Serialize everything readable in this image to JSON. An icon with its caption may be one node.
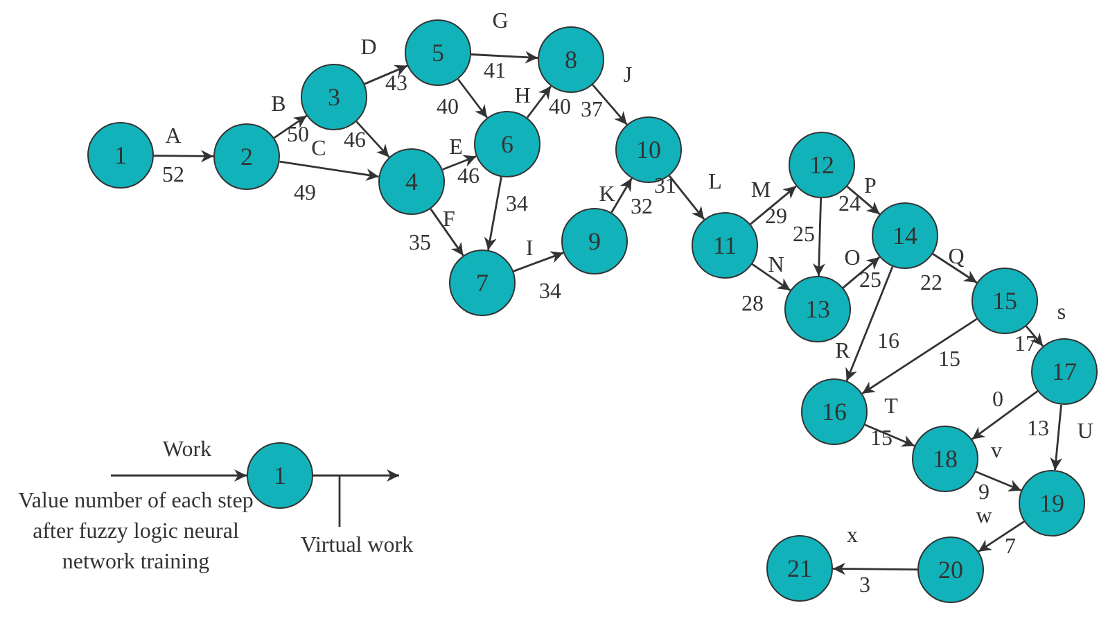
{
  "diagram": {
    "nodes": [
      {
        "text": [
          "1"
        ]
      },
      {
        "text": [
          "2"
        ]
      },
      {
        "text": [
          "3"
        ]
      },
      {
        "text": [
          "4"
        ]
      },
      {
        "text": [
          "5"
        ]
      },
      {
        "text": [
          "6"
        ]
      },
      {
        "text": [
          "7"
        ]
      },
      {
        "text": [
          "8"
        ]
      },
      {
        "text": [
          "9"
        ]
      },
      {
        "text": [
          "10"
        ]
      },
      {
        "text": [
          "11"
        ]
      },
      {
        "text": [
          "12"
        ]
      },
      {
        "text": [
          "13"
        ]
      },
      {
        "text": [
          "14"
        ]
      },
      {
        "text": [
          "15"
        ]
      },
      {
        "text": [
          "16"
        ]
      },
      {
        "text": [
          "17"
        ]
      },
      {
        "text": [
          "18"
        ]
      },
      {
        "text": [
          "19"
        ]
      },
      {
        "text": [
          "20"
        ]
      },
      {
        "text": [
          "21"
        ]
      },
      {
        "text": [
          "1"
        ]
      },
      {
        "text": [
          "Virtual work"
        ]
      }
    ],
    "edges": [
      {
        "from": 0,
        "to": 1,
        "arrow": "to",
        "label": "A"
      },
      {
        "from": 1,
        "to": 2,
        "arrow": "to",
        "label": "B"
      },
      {
        "from": 1,
        "to": 3,
        "arrow": "to",
        "label": "C"
      },
      {
        "from": 2,
        "to": 4,
        "arrow": "to",
        "label": "D"
      },
      {
        "from": 2,
        "to": 3,
        "arrow": "to"
      },
      {
        "from": 3,
        "to": 5,
        "arrow": "to",
        "label": "E"
      },
      {
        "from": 3,
        "to": 6,
        "arrow": "to",
        "label": "F"
      },
      {
        "from": 4,
        "to": 7,
        "arrow": "to",
        "label": "G"
      },
      {
        "from": 4,
        "to": 5,
        "arrow": "to"
      },
      {
        "from": 5,
        "to": 7,
        "arrow": "to",
        "label": "H"
      },
      {
        "from": 5,
        "to": 6,
        "arrow": "to"
      },
      {
        "from": 7,
        "to": 9,
        "arrow": "to",
        "label": "J"
      },
      {
        "from": 6,
        "to": 8,
        "arrow": "to",
        "label": "I"
      },
      {
        "from": 8,
        "to": 9,
        "arrow": "to",
        "label": "K"
      },
      {
        "from": 9,
        "to": 10,
        "arrow": "to",
        "label": "L"
      },
      {
        "from": 10,
        "to": 11,
        "arrow": "to",
        "label": "M"
      },
      {
        "from": 10,
        "to": 12,
        "arrow": "to",
        "label": "N"
      },
      {
        "from": 11,
        "to": 12,
        "arrow": "to"
      },
      {
        "from": 11,
        "to": 13,
        "arrow": "to",
        "label": "P"
      },
      {
        "from": 12,
        "to": 13,
        "arrow": "to",
        "label": "O"
      },
      {
        "from": 13,
        "to": 14,
        "arrow": "to",
        "label": "Q"
      },
      {
        "from": 13,
        "to": 15,
        "arrow": "to",
        "label": "R"
      },
      {
        "from": 14,
        "to": 15,
        "arrow": "to"
      },
      {
        "from": 14,
        "to": 16,
        "arrow": "to",
        "label": "s"
      },
      {
        "from": 16,
        "to": 17,
        "arrow": "to"
      },
      {
        "from": 16,
        "to": 18,
        "arrow": "to",
        "label": "U"
      },
      {
        "from": 15,
        "to": 17,
        "arrow": "to",
        "label": "T"
      },
      {
        "from": 17,
        "to": 18,
        "arrow": "to",
        "label": "v"
      },
      {
        "from": 18,
        "to": 19,
        "arrow": "to",
        "label": "w"
      },
      {
        "from": 19,
        "to": 20,
        "arrow": "to",
        "label": "x"
      },
      {
        "from": null,
        "to": 21,
        "arrow": "to",
        "label": "Work"
      },
      {
        "from": 21,
        "to": null,
        "arrow": "to"
      },
      {
        "from": 22,
        "to": null,
        "arrow": "none"
      }
    ],
    "labels": [
      "52",
      "50",
      "49",
      "43",
      "46",
      "46",
      "35",
      "41",
      "40",
      "40",
      "34",
      "37",
      "34",
      "32",
      "31",
      "29",
      "28",
      "25",
      "24",
      "25",
      "22",
      "16",
      "15",
      "17",
      "0",
      "13",
      "15",
      "9",
      "7",
      "3",
      "Value number of each step after fuzzy logic neural network training"
    ]
  }
}
